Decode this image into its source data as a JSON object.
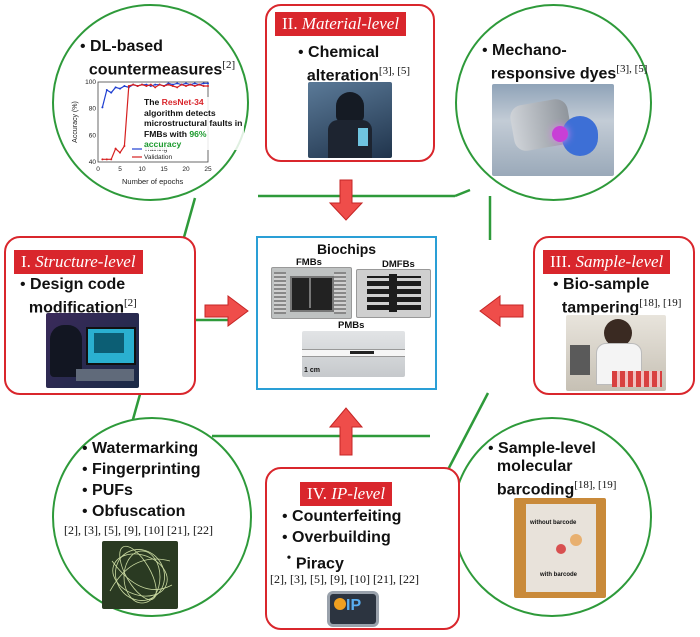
{
  "center": {
    "title": "Biochips",
    "fmb_label": "FMBs",
    "dmfb_label": "DMFBs",
    "pmb_label": "PMBs",
    "scale_cm": "1 cm"
  },
  "structure": {
    "title_num": "I.",
    "title_word": "Structure-level",
    "bullet_line1": "Design code",
    "bullet_line2": "modification",
    "ref": "[2]"
  },
  "material": {
    "title_num": "II.",
    "title_word": "Material-level",
    "bullet_line1": "Chemical",
    "bullet_line2": "alteration",
    "ref": "[3], [5]"
  },
  "sample": {
    "title_num": "III.",
    "title_word": "Sample-level",
    "bullet_line1": "Bio-sample",
    "bullet_line2": "tampering",
    "ref": "[18], [19]"
  },
  "ip": {
    "title_num": "IV.",
    "title_word": "IP-level",
    "bullets": [
      "Counterfeiting",
      "Overbuilding",
      "Piracy"
    ],
    "refs": "[2],  [3],  [5], [9], [10] [21], [22]",
    "chip_text": "IP"
  },
  "dl_circle": {
    "bullet_line1": "DL-based",
    "bullet_line2": "countermeasures",
    "ref": "[2]",
    "caption_pre": "The ",
    "caption_highlight": "ResNet-34",
    "caption_mid": " algorithm detects microstructural faults in FMBs with ",
    "caption_accuracy": "96% accuracy",
    "chart_ylabel": "Accuracy (%)",
    "chart_xlabel": "Number of epochs",
    "legend_training": "Training",
    "legend_validation": "Validation"
  },
  "dyes_circle": {
    "bullet_line1": "Mechano-",
    "bullet_line2": "responsive dyes",
    "ref": "[3], [5]"
  },
  "ip_circle": {
    "bullets": [
      "Watermarking",
      "Fingerprinting",
      "PUFs",
      "Obfuscation"
    ],
    "refs": "[2],  [3],  [5], [9], [10] [21], [22]"
  },
  "barcode_circle": {
    "bullet_line1": "Sample-level",
    "bullet_line2": "molecular",
    "bullet_line3": "barcoding",
    "ref": "[18], [19]",
    "without_label": "without barcode",
    "with_label": "with barcode"
  },
  "chart_data": {
    "type": "line",
    "title": "",
    "xlabel": "Number of epochs",
    "ylabel": "Accuracy (%)",
    "xlim": [
      0,
      25
    ],
    "ylim": [
      40,
      100
    ],
    "x_ticks": [
      0,
      5,
      10,
      15,
      20,
      25
    ],
    "y_ticks": [
      40,
      60,
      80,
      100
    ],
    "series": [
      {
        "name": "Training",
        "color": "#1f3fd1",
        "x": [
          1,
          2,
          3,
          4,
          5,
          6,
          7,
          8,
          9,
          10,
          11,
          12,
          13,
          14,
          15,
          16,
          17,
          18,
          19,
          20,
          21,
          22,
          23,
          24,
          25
        ],
        "y": [
          81,
          94,
          92,
          96,
          95,
          97,
          96,
          98,
          97,
          98,
          98,
          97,
          98,
          98,
          97,
          99,
          98,
          99,
          98,
          99,
          98,
          99,
          98,
          99,
          99
        ]
      },
      {
        "name": "Validation",
        "color": "#d62020",
        "x": [
          1,
          2,
          3,
          4,
          5,
          6,
          7,
          8,
          9,
          10,
          11,
          12,
          13,
          14,
          15,
          16,
          17,
          18,
          19,
          20,
          21,
          22,
          23,
          24,
          25
        ],
        "y": [
          42,
          42,
          42,
          50,
          47,
          52,
          97,
          98,
          97,
          98,
          97,
          98,
          96,
          98,
          97,
          98,
          97,
          96,
          98,
          97,
          98,
          97,
          98,
          97,
          97
        ]
      }
    ]
  }
}
